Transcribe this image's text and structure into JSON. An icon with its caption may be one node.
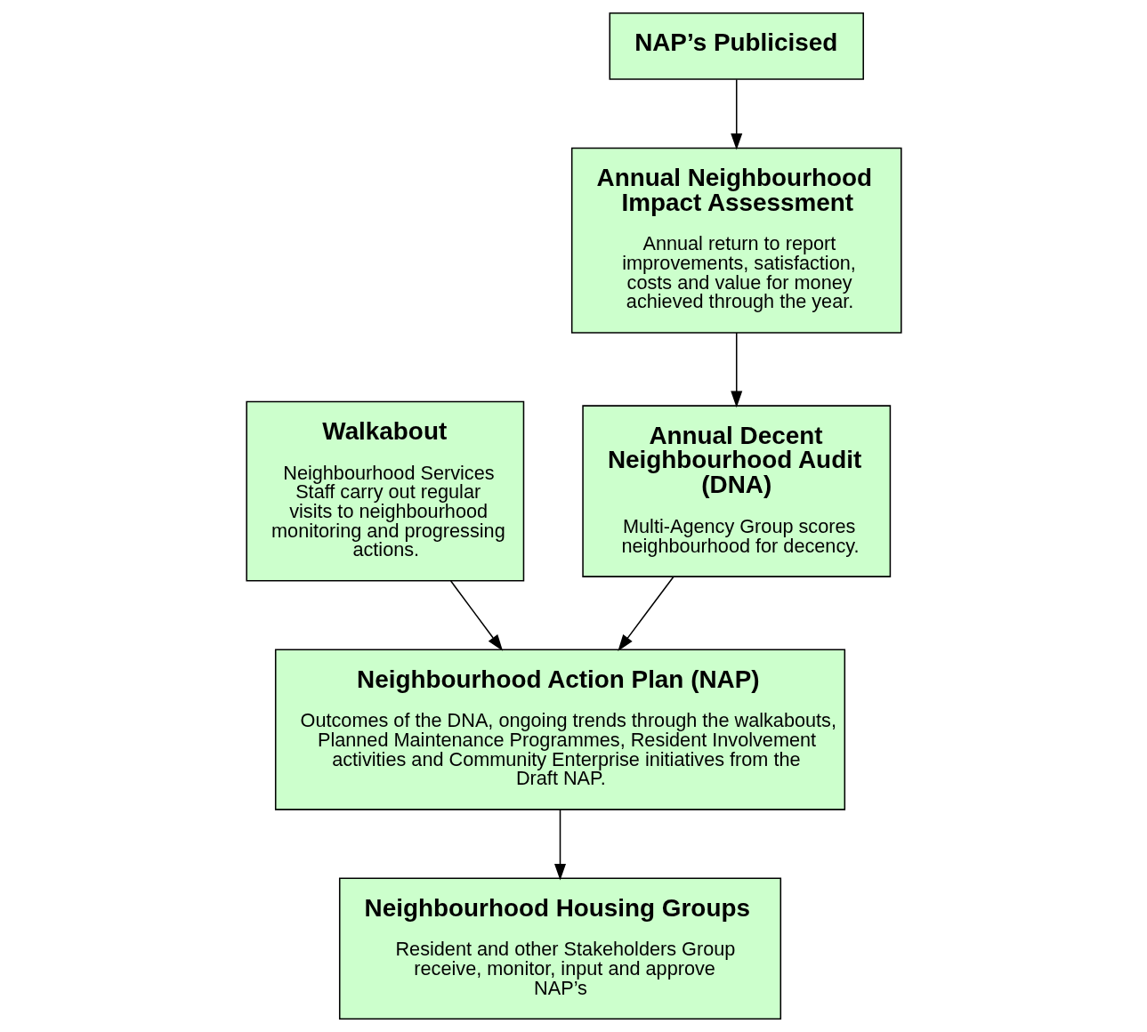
{
  "diagram": {
    "nodes": [
      {
        "text": [
          "Annual Decent Neighbourhood Audit (DNA)",
          "Multi-Agency Group scores neighbourhood for decency."
        ]
      },
      {
        "text": [
          "Walkabout",
          "Neighbourhood Services Staff carry out regular visits to neighbourhood monitoring and progressing actions."
        ]
      },
      {
        "text": [
          "Annual Neighbourhood Impact Assessment",
          "Annual return to report improvements, satisfaction, costs and value for money achieved through the year."
        ]
      },
      {
        "text": [
          "Neighbourhood Action Plan (NAP)",
          "Outcomes of the DNA, ongoing trends through the walkabouts, Planned Maintenance Programmes, Resident Involvement activities and Community Enterprise initiatives from the Draft NAP."
        ]
      },
      {
        "text": [
          "NAP’s Publicised"
        ]
      },
      {
        "text": [
          "Neighbourhood Housing Groups",
          "Resident and other Stakeholders Group receive, monitor, input and approve NAP’s"
        ]
      }
    ],
    "edges": [
      {
        "from": 2,
        "to": 0,
        "arrow": "to"
      },
      {
        "from": 0,
        "to": 3,
        "arrow": "to"
      },
      {
        "from": 1,
        "to": 3,
        "arrow": "to"
      },
      {
        "from": 3,
        "to": 5,
        "arrow": "to"
      },
      {
        "from": 4,
        "to": 2,
        "arrow": "to"
      }
    ]
  }
}
